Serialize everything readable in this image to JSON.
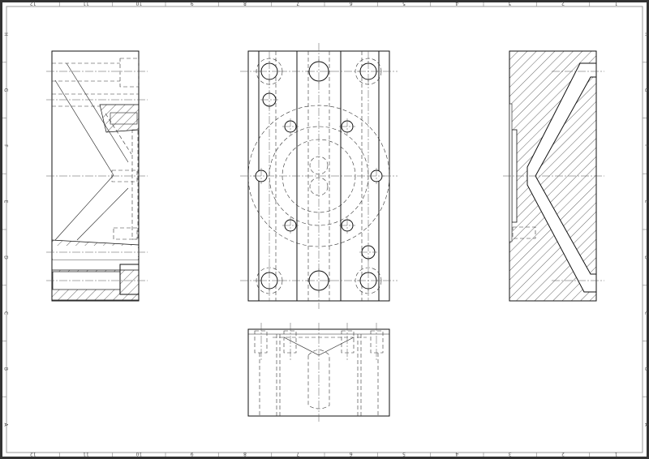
{
  "frame": {
    "column_labels": [
      "12",
      "11",
      "10",
      "9",
      "8",
      "7",
      "6",
      "5",
      "4",
      "3",
      "2",
      "1"
    ],
    "row_labels": [
      "H",
      "G",
      "F",
      "E",
      "D",
      "C",
      "B",
      "A"
    ]
  },
  "views": [
    "left-section-view",
    "front-view",
    "right-section-view",
    "bottom-view"
  ],
  "colors": {
    "frame": "#333333",
    "lines": "#111111",
    "border_light": "#999999"
  }
}
